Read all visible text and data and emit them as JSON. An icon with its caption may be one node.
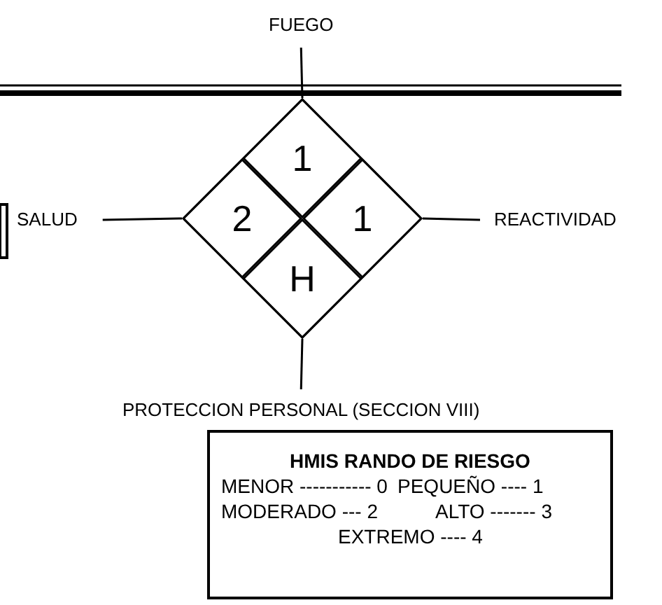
{
  "diagram": {
    "nodes": [
      {
        "text": [
          "FUEGO"
        ]
      },
      {
        "text": [],
        "shape": "diamond"
      },
      {
        "text": [
          "1"
        ],
        "in": 1
      },
      {
        "text": [
          "2"
        ],
        "in": 1
      },
      {
        "text": [
          "1"
        ],
        "in": 1
      },
      {
        "text": [
          "H"
        ],
        "in": 1
      },
      {
        "text": [
          "SALUD"
        ]
      },
      {
        "text": [
          "REACTIVIDAD"
        ]
      },
      {
        "text": [
          "PROTECCION PERSONAL (SECCION VIII)"
        ]
      },
      {
        "text": [
          "HMIS RANDO DE RIESGO",
          "MENOR ----------- 0",
          "PEQUEÑO ---- 1",
          "MODERADO --- 2",
          "ALTO ------- 3",
          "EXTREMO ---- 4"
        ]
      }
    ],
    "edges": [
      {
        "from": 0,
        "to": 1,
        "arrow": "none"
      },
      {
        "from": 6,
        "to": 1,
        "arrow": "none"
      },
      {
        "from": 1,
        "to": 7,
        "arrow": "none"
      },
      {
        "from": 1,
        "to": 8,
        "arrow": "none"
      }
    ]
  }
}
